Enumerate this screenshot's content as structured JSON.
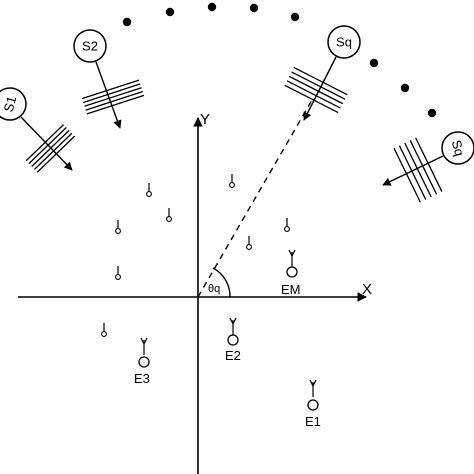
{
  "axes": {
    "x_label": "X",
    "y_label": "Y"
  },
  "angle_label": "θq",
  "sources": [
    {
      "id": "s1",
      "label": "S1"
    },
    {
      "id": "s2",
      "label": "S2"
    },
    {
      "id": "sq",
      "label": "Sq"
    },
    {
      "id": "sq2",
      "label": "Sq"
    }
  ],
  "labeled_elements": [
    {
      "id": "em",
      "label": "EM"
    },
    {
      "id": "e2",
      "label": "E2"
    },
    {
      "id": "e3",
      "label": "E3"
    },
    {
      "id": "e1",
      "label": "E1"
    }
  ]
}
